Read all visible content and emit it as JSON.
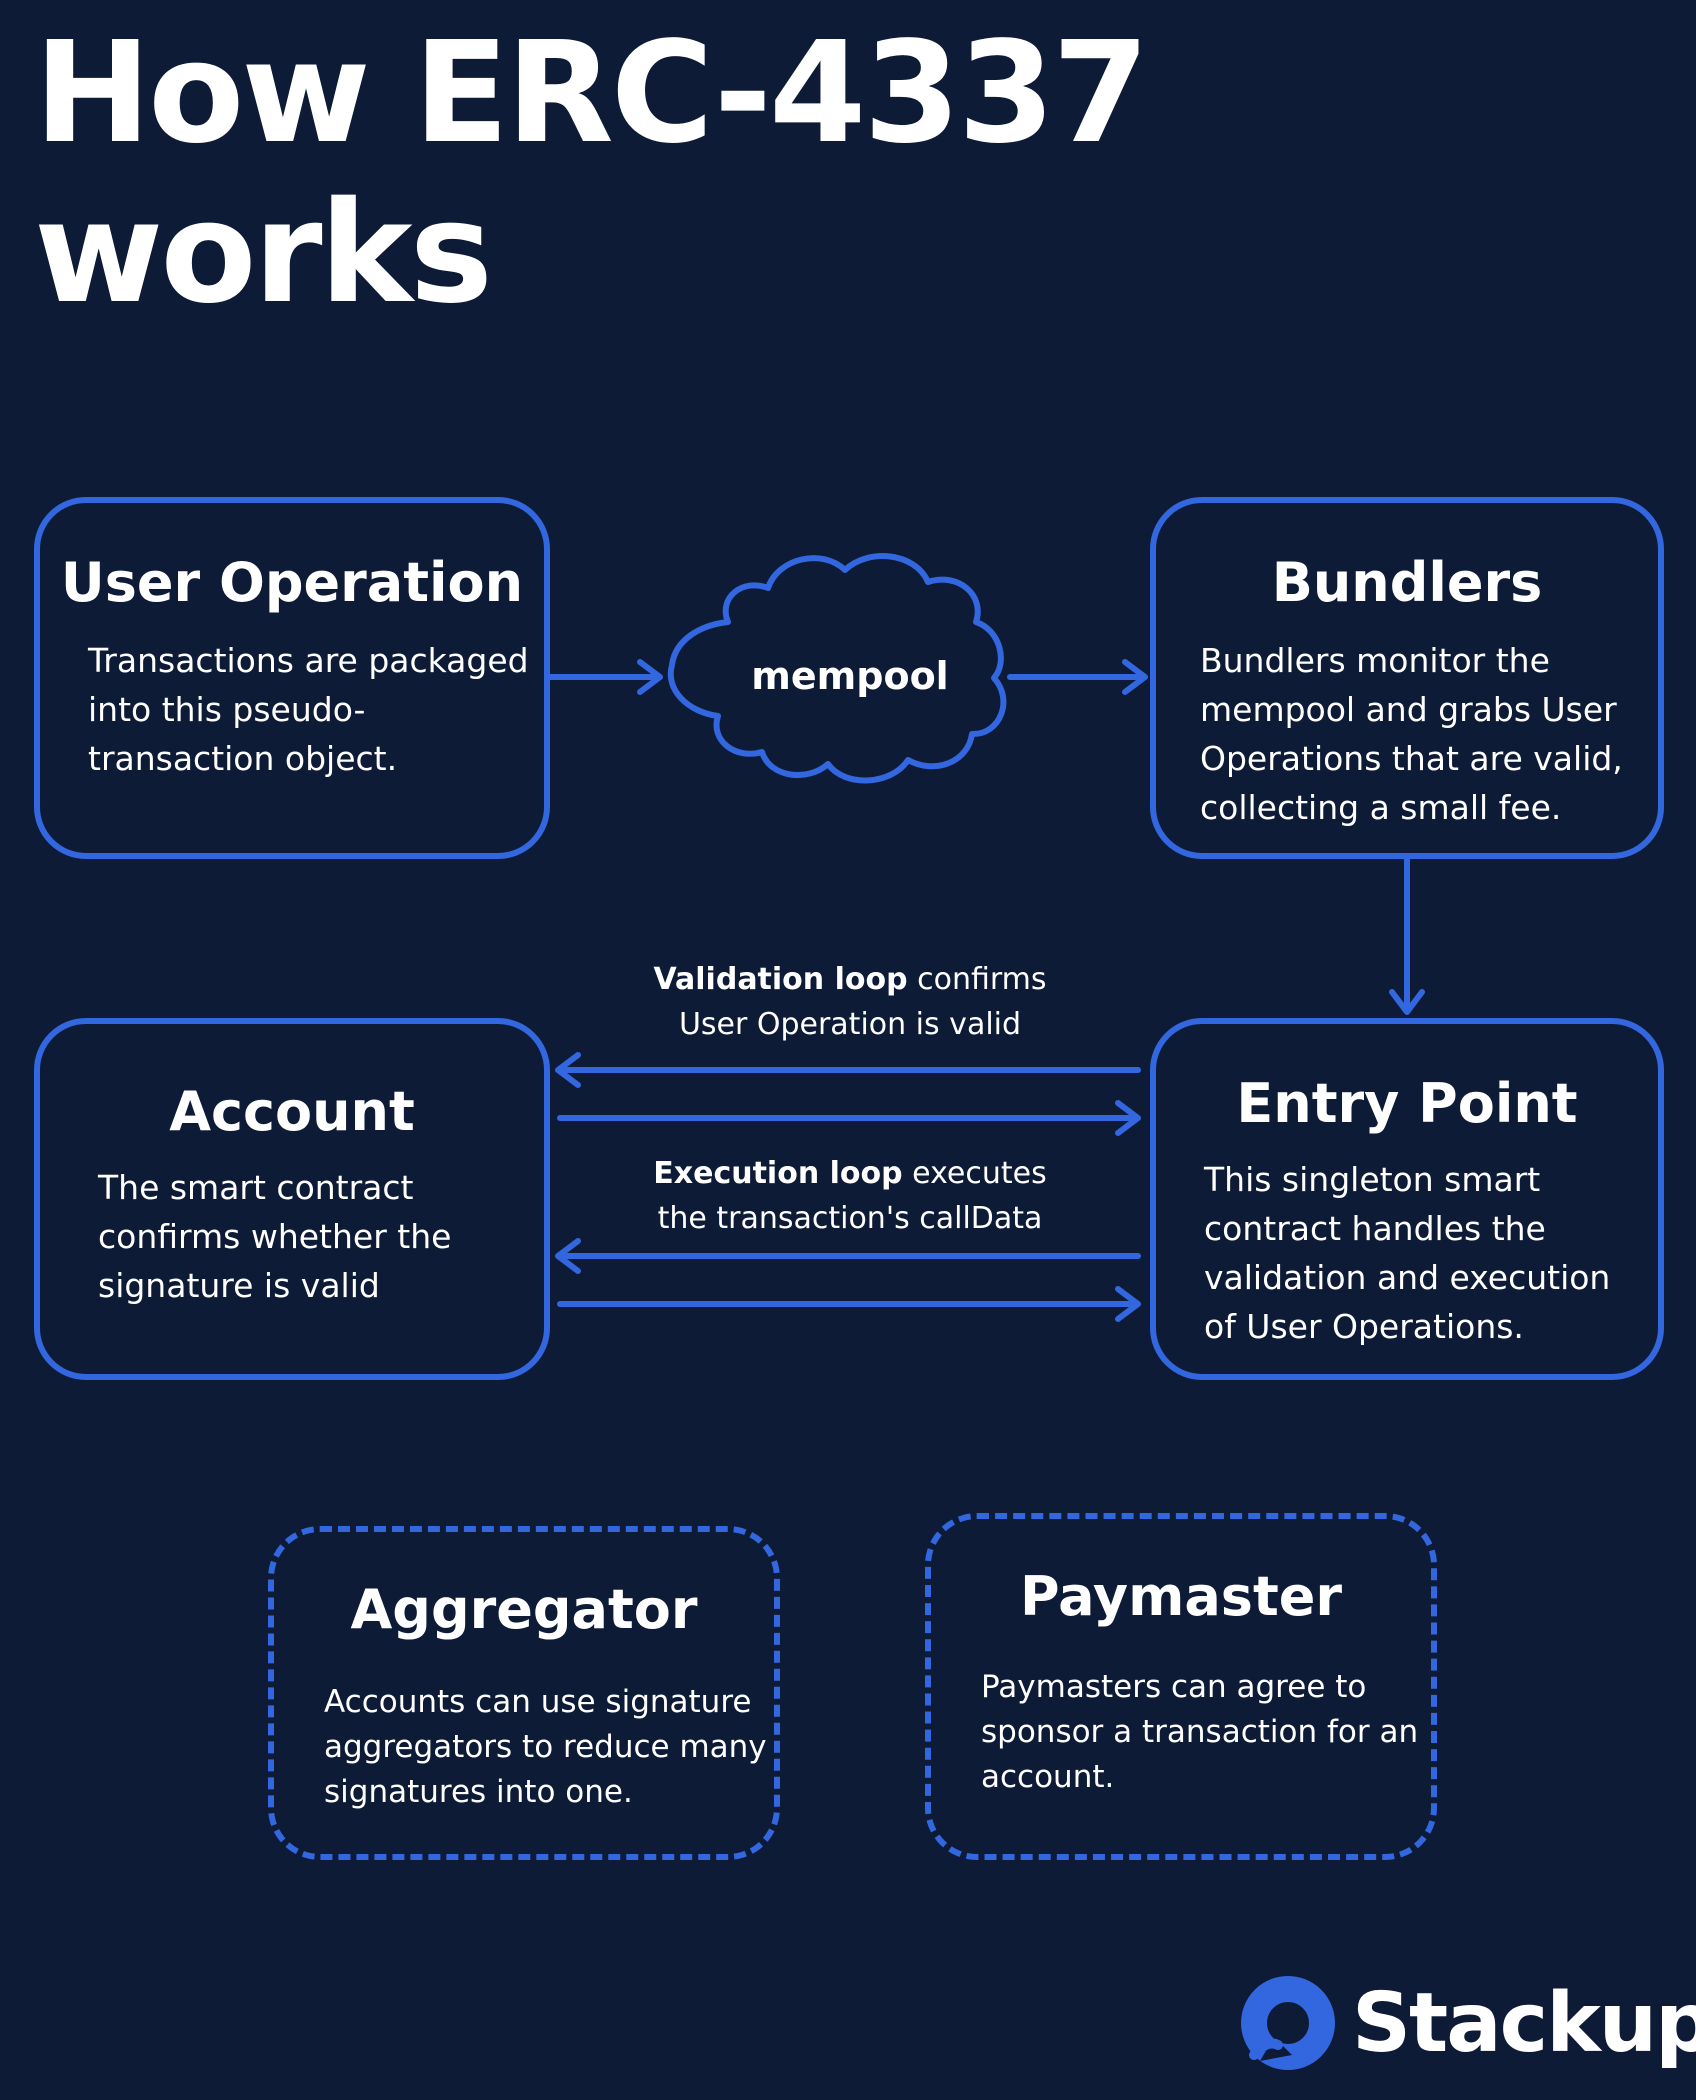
{
  "title": {
    "line1": "How ERC-4337",
    "line2": "works"
  },
  "nodes": {
    "user_operation": {
      "title": "User Operation",
      "lines": [
        "Transactions are packaged",
        "into this pseudo-",
        "transaction object."
      ]
    },
    "mempool": {
      "label": "mempool"
    },
    "bundlers": {
      "title": "Bundlers",
      "lines": [
        "Bundlers monitor the",
        "mempool and grabs User",
        "Operations that are valid,",
        "collecting a small fee."
      ]
    },
    "account": {
      "title": "Account",
      "lines": [
        "The smart contract",
        "confirms whether the",
        "signature is valid"
      ]
    },
    "entry_point": {
      "title": "Entry Point",
      "lines": [
        "This singleton smart",
        "contract handles the",
        "validation and execution",
        "of User Operations."
      ]
    },
    "aggregator": {
      "title": "Aggregator",
      "lines": [
        "Accounts can use signature",
        "aggregators to reduce many",
        "signatures into one."
      ]
    },
    "paymaster": {
      "title": "Paymaster",
      "lines": [
        "Paymasters can agree to",
        "sponsor a transaction for an",
        "account."
      ]
    }
  },
  "loops": {
    "validation": {
      "bold": "Validation loop",
      "rest": " confirms",
      "line2": "User Operation is valid"
    },
    "execution": {
      "bold": "Execution loop",
      "rest": " executes",
      "line2": "the transaction's callData"
    }
  },
  "brand": {
    "name": "Stackup",
    "icon": "stackup-logo-icon"
  },
  "colors": {
    "background": "#0e1b36",
    "accent": "#3367df",
    "text": "#ffffff"
  }
}
